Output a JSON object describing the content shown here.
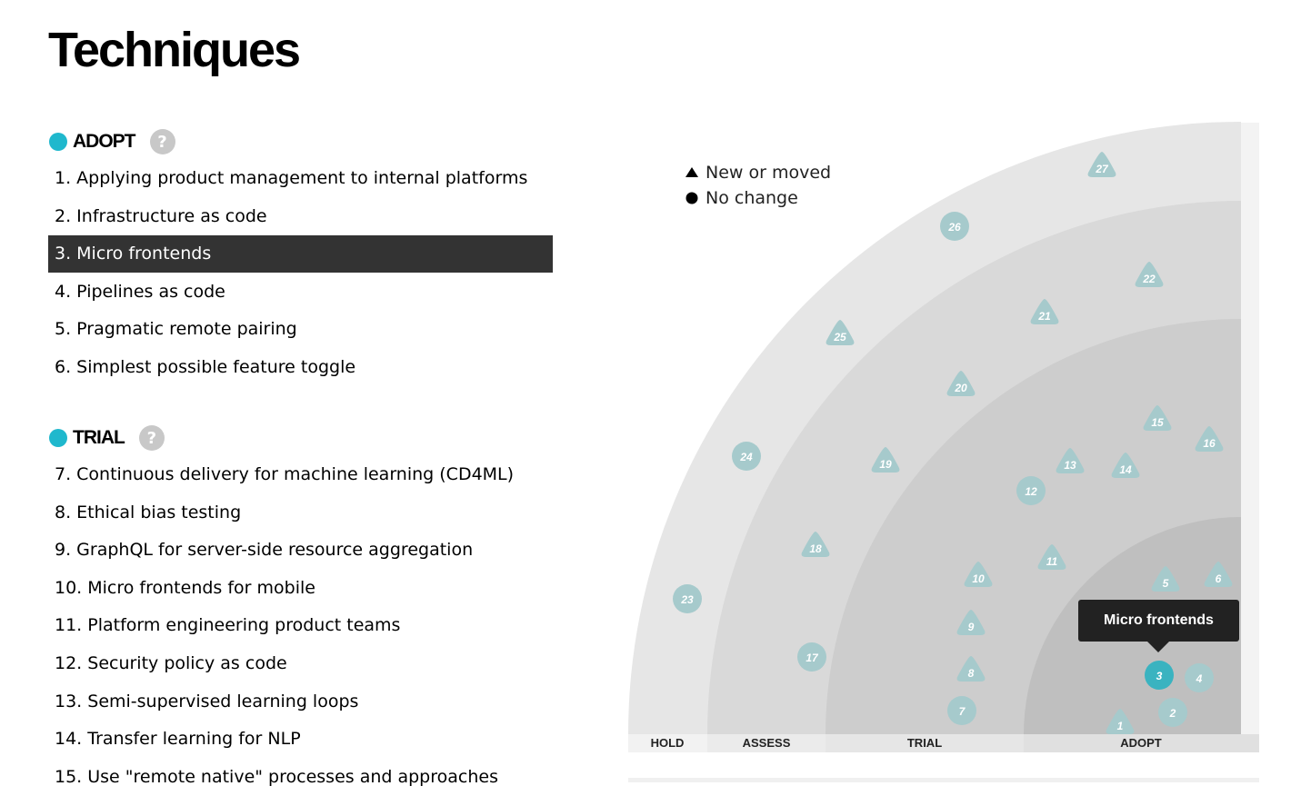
{
  "title": "Techniques",
  "sections": [
    {
      "name": "ADOPT",
      "help": "?",
      "items": [
        "1. Applying product management to internal platforms",
        "2. Infrastructure as code",
        "3. Micro frontends",
        "4. Pipelines as code",
        "5. Pragmatic remote pairing",
        "6. Simplest possible feature toggle"
      ]
    },
    {
      "name": "TRIAL",
      "help": "?",
      "items": [
        "7. Continuous delivery for machine learning (CD4ML)",
        "8. Ethical bias testing",
        "9. GraphQL for server-side resource aggregation",
        "10. Micro frontends for mobile",
        "11. Platform engineering product teams",
        "12. Security policy as code",
        "13. Semi-supervised learning loops",
        "14. Transfer learning for NLP",
        "15. Use \"remote native\" processes and approaches"
      ]
    }
  ],
  "selected_item": "3. Micro frontends",
  "legend": {
    "new": "New or moved",
    "nochange": "No change"
  },
  "radar": {
    "rings": [
      "HOLD",
      "ASSESS",
      "TRIAL",
      "ADOPT"
    ],
    "colors": {
      "blip": "#a6cacc",
      "blip_selected": "#3ab3c0",
      "accent": "#1fb8cd"
    },
    "tooltip": "Micro frontends",
    "blips": [
      {
        "n": "1",
        "shape": "triangle"
      },
      {
        "n": "2",
        "shape": "circle"
      },
      {
        "n": "3",
        "shape": "circle",
        "selected": true
      },
      {
        "n": "4",
        "shape": "circle"
      },
      {
        "n": "5",
        "shape": "triangle"
      },
      {
        "n": "6",
        "shape": "triangle"
      },
      {
        "n": "7",
        "shape": "circle"
      },
      {
        "n": "8",
        "shape": "triangle"
      },
      {
        "n": "9",
        "shape": "triangle"
      },
      {
        "n": "10",
        "shape": "triangle"
      },
      {
        "n": "11",
        "shape": "triangle"
      },
      {
        "n": "12",
        "shape": "circle"
      },
      {
        "n": "13",
        "shape": "triangle"
      },
      {
        "n": "14",
        "shape": "triangle"
      },
      {
        "n": "15",
        "shape": "triangle"
      },
      {
        "n": "16",
        "shape": "triangle"
      },
      {
        "n": "17",
        "shape": "circle"
      },
      {
        "n": "18",
        "shape": "triangle"
      },
      {
        "n": "19",
        "shape": "triangle"
      },
      {
        "n": "20",
        "shape": "triangle"
      },
      {
        "n": "21",
        "shape": "triangle"
      },
      {
        "n": "22",
        "shape": "triangle"
      },
      {
        "n": "23",
        "shape": "circle"
      },
      {
        "n": "24",
        "shape": "circle"
      },
      {
        "n": "25",
        "shape": "triangle"
      },
      {
        "n": "26",
        "shape": "circle"
      },
      {
        "n": "27",
        "shape": "triangle"
      }
    ]
  }
}
